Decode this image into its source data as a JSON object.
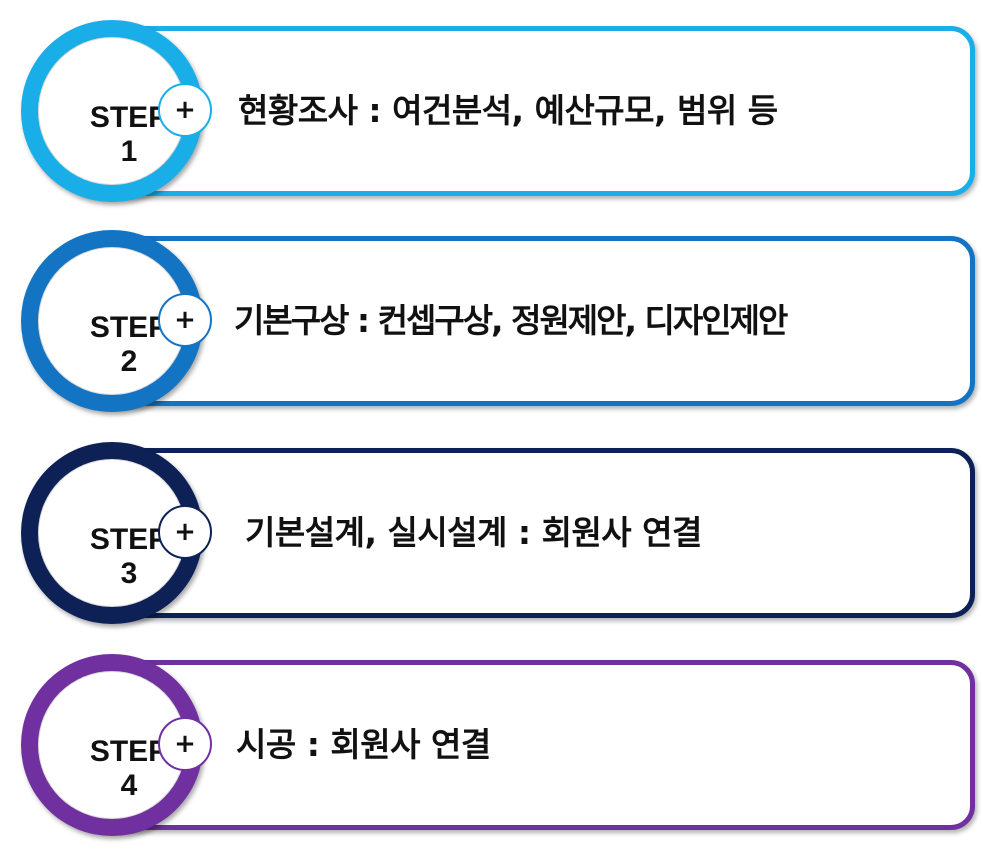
{
  "steps": [
    {
      "label": "STEP",
      "number": "1",
      "plus": "+",
      "text": "현황조사 : 여건분석, 예산규모, 범위 등",
      "color": "#1aaee8"
    },
    {
      "label": "STEP",
      "number": "2",
      "plus": "+",
      "text": "기본구상 : 컨셉구상, 정원제안, 디자인제안",
      "color": "#1474c4"
    },
    {
      "label": "STEP",
      "number": "3",
      "plus": "+",
      "text": "기본설계, 실시설계 : 회원사 연결",
      "color": "#0d2157"
    },
    {
      "label": "STEP",
      "number": "4",
      "plus": "+",
      "text": "시공 : 회원사 연결",
      "color": "#7030a0"
    }
  ]
}
